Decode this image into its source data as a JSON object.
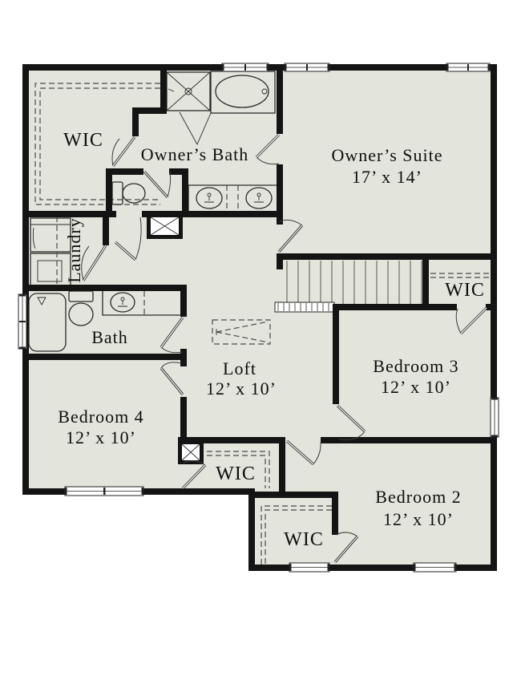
{
  "colors": {
    "floor": "#e3e5dc",
    "wall": "#141414",
    "fixture_line": "#2b2b2b",
    "dash": "#4a4a4a"
  },
  "rooms": {
    "owner_wic": {
      "label": "WIC"
    },
    "owners_bath": {
      "label": "Owner’s Bath"
    },
    "owners_suite": {
      "label": "Owner’s Suite",
      "dims": "17’ x 14’"
    },
    "laundry": {
      "label": "Laundry"
    },
    "bath": {
      "label": "Bath"
    },
    "loft": {
      "label": "Loft",
      "dims": "12’ x 10’"
    },
    "bedroom3": {
      "label": "Bedroom 3",
      "dims": "12’ x 10’"
    },
    "bedroom4": {
      "label": "Bedroom 4",
      "dims": "12’ x 10’"
    },
    "bedroom2": {
      "label": "Bedroom 2",
      "dims": "12’ x 10’"
    },
    "bedroom3_wic": {
      "label": "WIC"
    },
    "bedroom4_wic": {
      "label": "WIC"
    },
    "bedroom2_wic": {
      "label": "WIC"
    }
  }
}
